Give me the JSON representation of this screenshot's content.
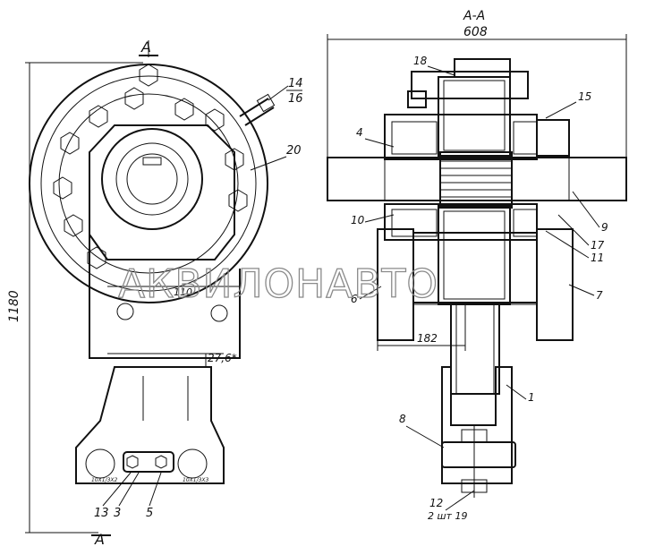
{
  "section_title": "А-А",
  "section_marker": "А",
  "watermark": "АКВИЛОНАВТО",
  "dimensions": {
    "overall_width": "608",
    "overall_height": "1180",
    "offset_182": "182",
    "dim_110": "110",
    "dim_27_6": "27,6*"
  },
  "callouts": {
    "c1": "1",
    "c3": "3",
    "c4": "4",
    "c5": "5",
    "c6": "6",
    "c7": "7",
    "c8": "8",
    "c9": "9",
    "c10": "10",
    "c11": "11",
    "c12": "12",
    "c13": "13",
    "c14": "14",
    "c15": "15",
    "c16": "16",
    "c17": "17",
    "c18": "18",
    "c19": "2 шт 19",
    "c20": "20"
  },
  "small_notes": {
    "left": "10Х1/3Х2",
    "right": "10Х1/3Х3"
  }
}
